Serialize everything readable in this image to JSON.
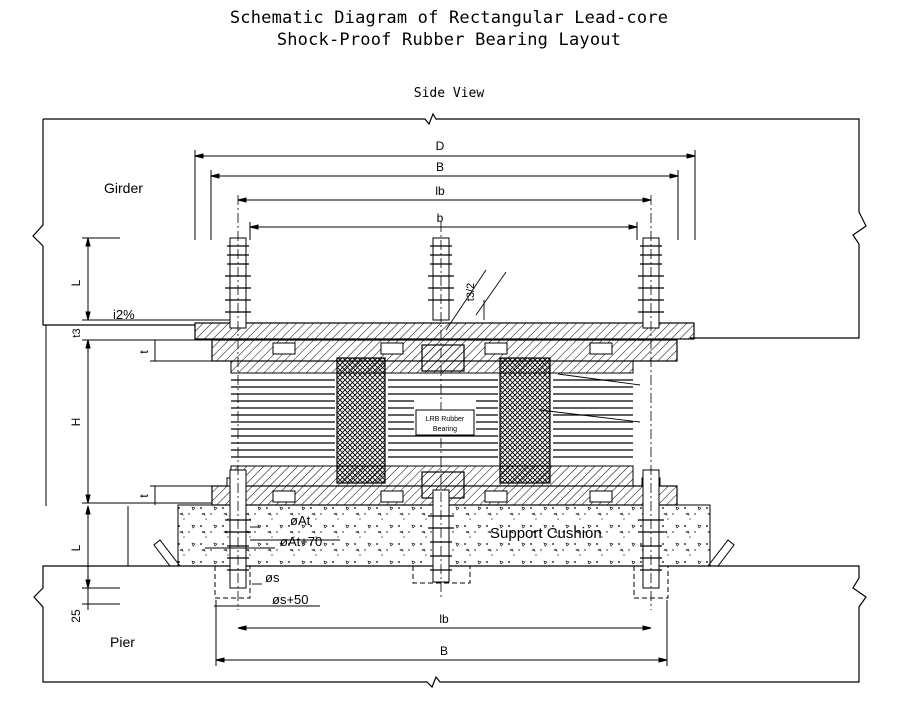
{
  "title_line1": "Schematic Diagram of Rectangular Lead-core",
  "title_line2": "Shock-Proof Rubber Bearing Layout",
  "view_label": "Side View",
  "labels": {
    "girder": "Girder",
    "pier": "Pier",
    "bearing": "LRB Rubber Bearing",
    "cushion": "Support Cushion"
  },
  "dims": {
    "D": "D",
    "B_top": "B",
    "lb_top": "lb",
    "b": "b",
    "L_top": "L",
    "t3": "t3",
    "t_top": "t",
    "H": "H",
    "t_bot": "t",
    "L_bot": "L",
    "d25": "25",
    "slope": "i2%",
    "t3half": "t3/2",
    "phiAt": "øAt",
    "phiAt70": "øAt+70",
    "phis": "øs",
    "phis50": "øs+50",
    "lb_bot": "lb",
    "B_bot": "B"
  }
}
